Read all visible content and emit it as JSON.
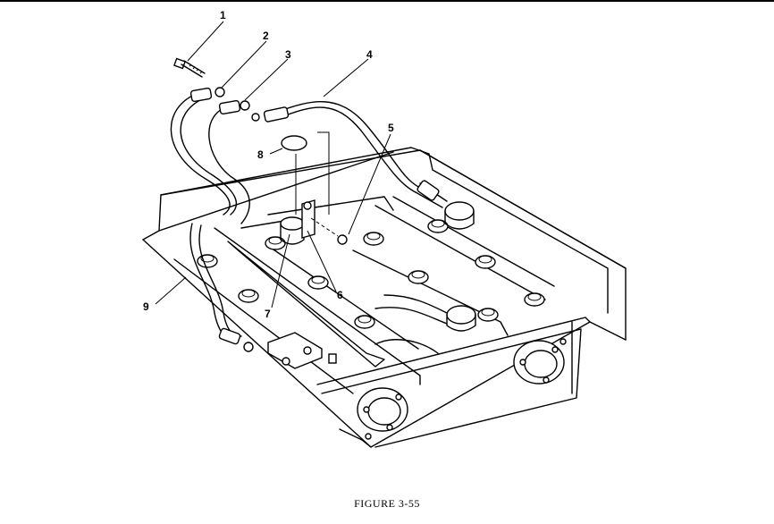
{
  "caption": "FIGURE 3-55",
  "callouts": [
    "1",
    "2",
    "3",
    "4",
    "5",
    "6",
    "7",
    "8",
    "9"
  ]
}
